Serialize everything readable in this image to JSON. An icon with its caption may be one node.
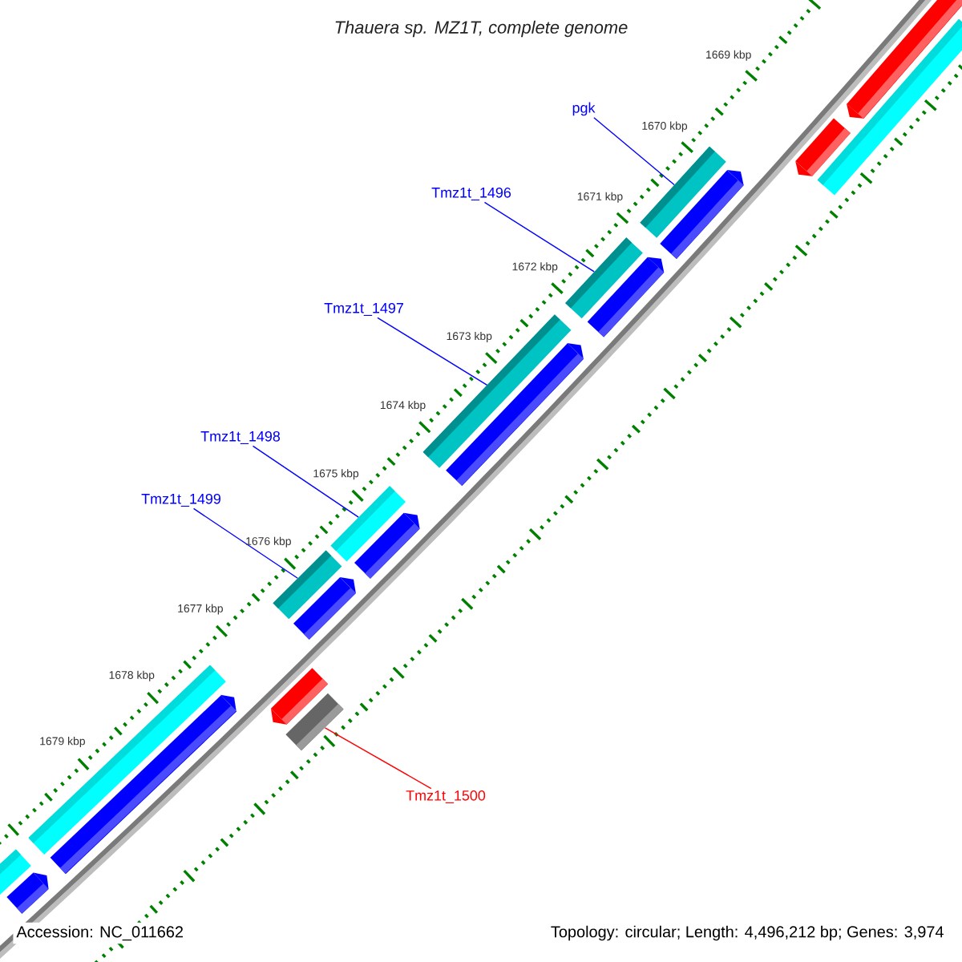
{
  "diagram": {
    "title": "Thauera sp. MZ1T, complete genome",
    "nodes": [
      {
        "text": [
          "pgk"
        ]
      },
      {
        "text": [
          "Tmz1t_1496"
        ]
      },
      {
        "text": [
          "Tmz1t_1497"
        ]
      },
      {
        "text": [
          "Tmz1t_1498"
        ]
      },
      {
        "text": [
          "Tmz1t_1499"
        ]
      },
      {
        "text": [
          "Tmz1t_1500"
        ]
      },
      {
        "text": [],
        "shape": "bar"
      },
      {
        "text": [],
        "shape": "bar"
      },
      {
        "text": [],
        "shape": "bar"
      },
      {
        "text": [],
        "shape": "bar"
      },
      {
        "text": [],
        "shape": "bar"
      },
      {
        "text": [],
        "shape": "bar"
      },
      {
        "text": [],
        "shape": "bar"
      },
      {
        "text": [],
        "shape": "bar"
      },
      {
        "text": [],
        "shape": "bar"
      },
      {
        "text": [],
        "shape": "bar"
      },
      {
        "text": [],
        "shape": "bar"
      },
      {
        "text": [],
        "shape": "bar"
      },
      {
        "text": [],
        "shape": "bar"
      },
      {
        "text": [],
        "shape": "bar"
      },
      {
        "text": [],
        "shape": "bar"
      },
      {
        "text": [],
        "shape": "bar"
      },
      {
        "text": [],
        "shape": "bar"
      },
      {
        "text": [],
        "shape": "bar"
      },
      {
        "text": [],
        "shape": "bar"
      }
    ],
    "edges": [
      {
        "from": 0,
        "to": 6,
        "arrow": "none"
      },
      {
        "from": 1,
        "to": 7,
        "arrow": "none"
      },
      {
        "from": 2,
        "to": 8,
        "arrow": "none"
      },
      {
        "from": 3,
        "to": 9,
        "arrow": "none"
      },
      {
        "from": 4,
        "to": 10,
        "arrow": "none"
      },
      {
        "from": 5,
        "to": 24,
        "arrow": "none",
        "color": "#ff0000"
      }
    ],
    "labels": [
      "1669 kbp",
      "1670 kbp",
      "1671 kbp",
      "1672 kbp",
      "1673 kbp",
      "1674 kbp",
      "1675 kbp",
      "1676 kbp",
      "1677 kbp",
      "1678 kbp",
      "1679 kbp",
      "Accession: NC_011662",
      "Topology: circular; Length: 4,496,212 bp; Genes: 3,974"
    ]
  }
}
